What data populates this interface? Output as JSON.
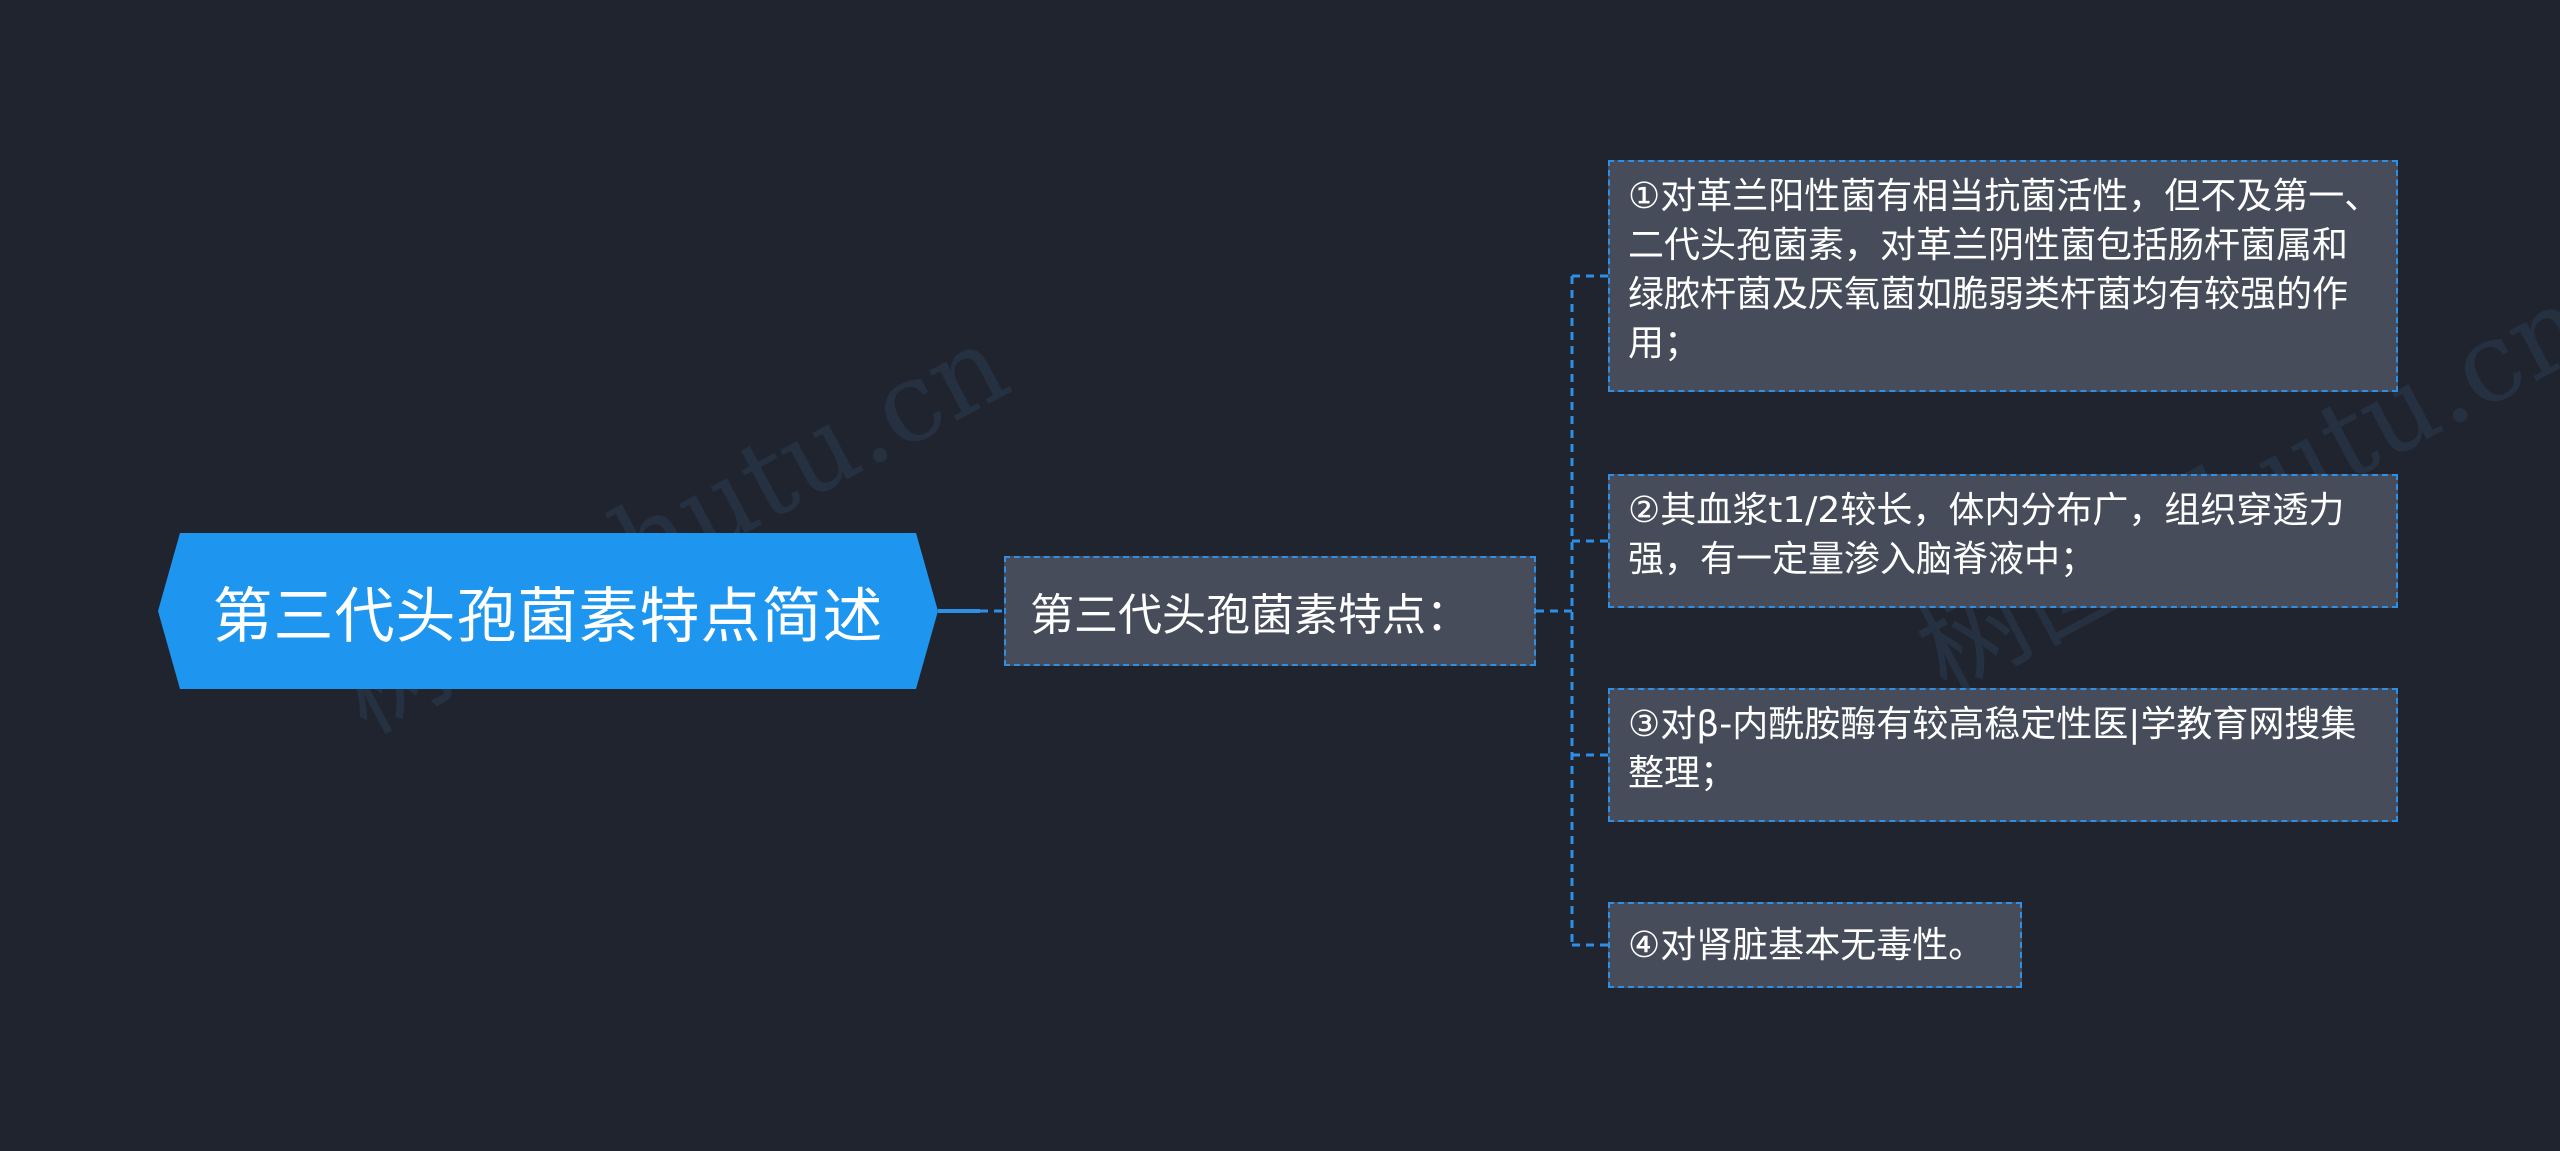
{
  "root": {
    "label": "第三代头孢菌素特点简述"
  },
  "subtopic": {
    "label": "第三代头孢菌素特点："
  },
  "leaves": [
    {
      "text": "①对革兰阳性菌有相当抗菌活性，但不及第一、二代头孢菌素，对革兰阴性菌包括肠杆菌属和绿脓杆菌及厌氧菌如脆弱类杆菌均有较强的作用；"
    },
    {
      "text": "②其血浆t1/2较长，体内分布广，组织穿透力强，有一定量渗入脑脊液中；"
    },
    {
      "text": "③对β-内酰胺酶有较高稳定性医|学教育网搜集整理；"
    },
    {
      "text": "④对肾脏基本无毒性。"
    }
  ],
  "watermark": {
    "text": "树图 shutu.cn"
  },
  "colors": {
    "background": "#20242f",
    "root_fill": "#1e96f0",
    "node_fill": "#464c59",
    "connector": "#2d8fe6"
  }
}
